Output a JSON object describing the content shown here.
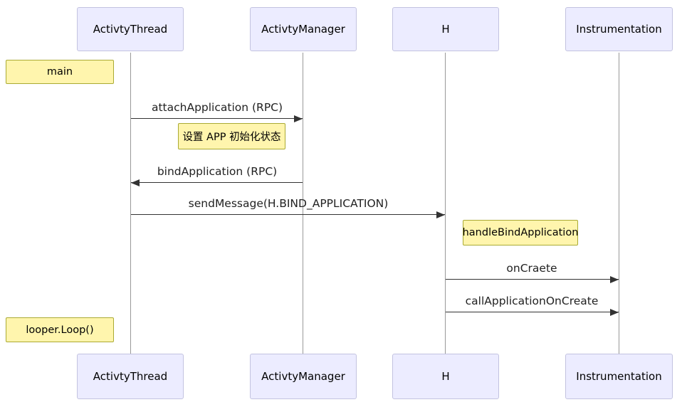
{
  "diagram": {
    "type": "sequence-diagram",
    "participants": [
      {
        "name": "ActivtyThread"
      },
      {
        "name": "ActivtyManager"
      },
      {
        "name": "H"
      },
      {
        "name": "Instrumentation"
      }
    ],
    "notes": [
      {
        "text": "main"
      },
      {
        "text": "设置 APP 初始化状态"
      },
      {
        "text": "handleBindApplication"
      },
      {
        "text": "looper.Loop()"
      }
    ],
    "messages": [
      {
        "label": "attachApplication (RPC)",
        "from": "ActivtyThread",
        "to": "ActivtyManager",
        "direction": "right"
      },
      {
        "label": "bindApplication (RPC)",
        "from": "ActivtyManager",
        "to": "ActivtyThread",
        "direction": "left"
      },
      {
        "label": "sendMessage(H.BIND_APPLICATION)",
        "from": "ActivtyThread",
        "to": "H",
        "direction": "right"
      },
      {
        "label": "onCraete",
        "from": "H",
        "to": "Instrumentation",
        "direction": "right"
      },
      {
        "label": "callApplicationOnCreate",
        "from": "H",
        "to": "Instrumentation",
        "direction": "right"
      }
    ],
    "colors": {
      "actor_fill": "#ECECFF",
      "actor_border": "#C3C3E0",
      "note_fill": "#FFF5AD",
      "note_border": "#AAAA33",
      "message_line": "#333333",
      "lifeline": "#999999"
    }
  }
}
